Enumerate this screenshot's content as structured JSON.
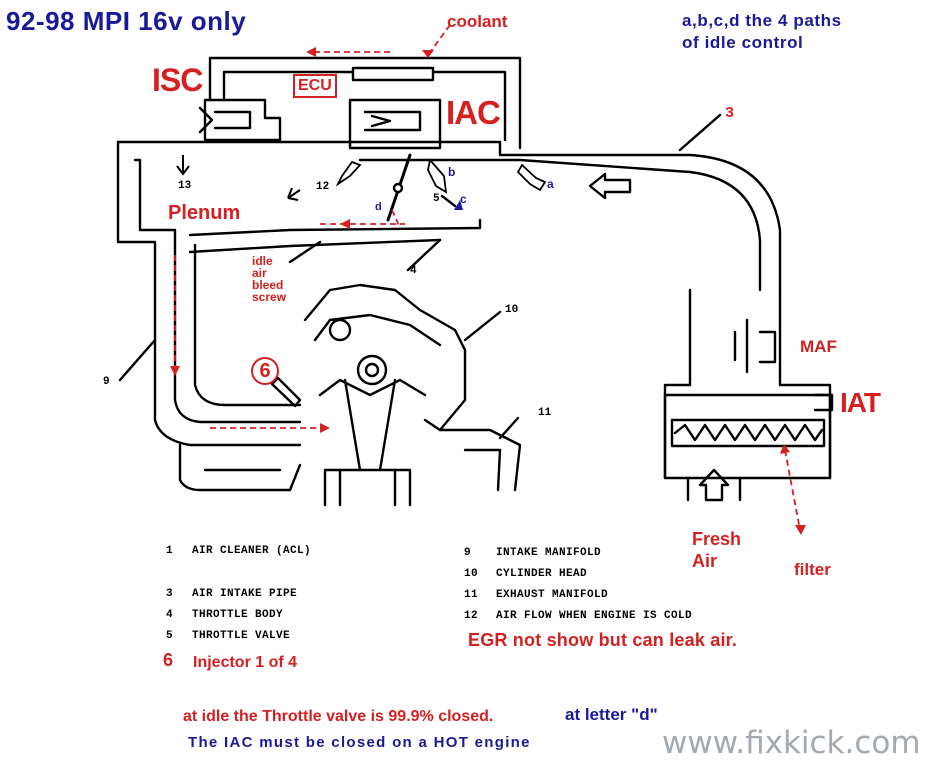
{
  "title": "92-98 MPI 16v only",
  "labels": {
    "coolant": "coolant",
    "paths_line1": "a,b,c,d the 4 paths",
    "paths_line2": "of idle control",
    "isc": "ISC",
    "ecu": "ECU",
    "iac": "IAC",
    "plenum": "Plenum",
    "bleed_line1": "idle",
    "bleed_line2": "air",
    "bleed_line3": "bleed",
    "bleed_line4": "screw",
    "six": "6",
    "maf": "MAF",
    "iat": "IAT",
    "fresh_line1": "Fresh",
    "fresh_line2": "Air",
    "filter": "filter"
  },
  "path_letters": {
    "a": "a",
    "b": "b",
    "c": "c",
    "d": "d"
  },
  "callout_numbers": {
    "n3": "3",
    "n13": "13",
    "n12": "12",
    "n5": "5",
    "n4": "4",
    "n10": "10",
    "n9": "9",
    "n11": "11"
  },
  "legend_left": [
    {
      "num": "1",
      "text": "AIR CLEANER (ACL)"
    },
    {
      "num": "3",
      "text": "AIR INTAKE PIPE"
    },
    {
      "num": "4",
      "text": "THROTTLE BODY"
    },
    {
      "num": "5",
      "text": "THROTTLE VALVE"
    }
  ],
  "legend_right": [
    {
      "num": "9",
      "text": "INTAKE MANIFOLD"
    },
    {
      "num": "10",
      "text": "CYLINDER HEAD"
    },
    {
      "num": "11",
      "text": "EXHAUST MANIFOLD"
    },
    {
      "num": "12",
      "text": "AIR FLOW WHEN ENGINE IS COLD"
    }
  ],
  "injector": {
    "num": "6",
    "text": "Injector 1 of 4"
  },
  "egr_note": "EGR not show but can leak air.",
  "idle_note": "at idle the Throttle valve is 99.9% closed.",
  "idle_note_suffix": "at letter \"d\"",
  "iac_note": "The IAC must be closed on a HOT engine",
  "watermark": "www.fixkick.com"
}
